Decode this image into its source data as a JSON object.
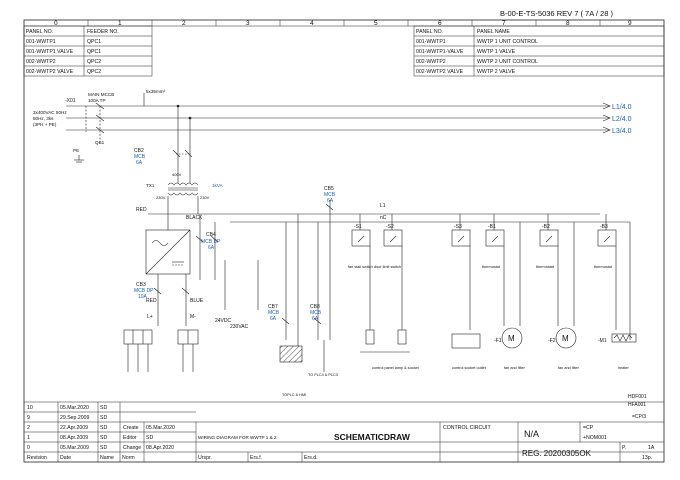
{
  "doc": {
    "number": "B-00-E-TS-5036 REV 7 ( 7A / 28 )",
    "column_numbers": [
      "0",
      "1",
      "2",
      "3",
      "4",
      "5",
      "6",
      "7",
      "8",
      "9"
    ]
  },
  "panel_tables": {
    "left_headers": [
      "PANEL NO.",
      "FEEDER NO."
    ],
    "left_rows": [
      [
        "001-WWTP1",
        "QPC1"
      ],
      [
        "001-WWTP1 VALVE",
        "QPC1"
      ],
      [
        "002-WWTP2",
        "QPC2"
      ],
      [
        "002-WWTP2 VALVE",
        "QPC2"
      ]
    ],
    "right_headers": [
      "PANEL NO.",
      "PANEL NAME"
    ],
    "right_rows": [
      [
        "001-WWTP1",
        "WWTP 1 UNIT CONTROL"
      ],
      [
        "001-WWTP1-VALVE",
        "WWTP 1 VALVE"
      ],
      [
        "002-WWTP2",
        "WWTP 2 UNIT CONTROL"
      ],
      [
        "002-WWTP2 VALVE",
        "WWTP 2 VALVE"
      ]
    ]
  },
  "schematic": {
    "supply": [
      "3x400VAC 50Hz",
      "50Hz, 3ks",
      "(3PH + PE)"
    ],
    "x01": "-X01",
    "main_mccb": [
      "MAIN  MCCB",
      "100A  TP"
    ],
    "cable": "5x35mm²",
    "qb1": "QB1",
    "pe": "PE",
    "phases": [
      "L1/4.0",
      "L2/4.0",
      "L3/4.0"
    ],
    "cb2": [
      "CB2",
      "MCB",
      "6A"
    ],
    "tx": [
      "TX1",
      "1kVA"
    ],
    "tx_volts": [
      "400V",
      "230V",
      "230V"
    ],
    "cb5": [
      "CB5",
      "MCB",
      "6A"
    ],
    "red_label": "RED",
    "black_label": "BLACK",
    "l1_label": "L1",
    "n_label": "nC",
    "cb4": [
      "CB4",
      "MCB  DP",
      "6A"
    ],
    "cb3": [
      "CB3",
      "MCB  DP",
      "10A"
    ],
    "red2": "RED",
    "blue": "BLUE",
    "lplus": "L+",
    "mminus": "M-",
    "v24": "24VDC",
    "v230": "230VAC",
    "cb7": [
      "CB7",
      "MCB",
      "6A"
    ],
    "cb8": [
      "CB8",
      "MCB",
      "6A"
    ],
    "relays": [
      "-S1",
      "-S2",
      "-S3",
      "-B1",
      "-B2",
      "-B3"
    ],
    "captions": [
      "fan stall switch",
      "door limit switch",
      "thermostat",
      "thermostat",
      "thermostat"
    ],
    "motors": [
      "-F1",
      "-F2",
      "-M1"
    ],
    "motor_captions": [
      "fan and filter",
      "fan and filter",
      "heater"
    ],
    "lower_captions": [
      "control panel lamp & socket",
      "control socket outlet",
      "TO PLC4 & PLC3",
      "TOPLC & HMI"
    ]
  },
  "sidecodes": [
    "HDF001",
    "HFA001",
    "=CP/3"
  ],
  "revisions": [
    [
      "10",
      "05.Mar.2020",
      "SD"
    ],
    [
      "9",
      "29.Sep.2009",
      "SD"
    ],
    [
      "2",
      "22.Apr.2009",
      "SD"
    ],
    [
      "1",
      "08.Apr.2009",
      "SD"
    ],
    [
      "0",
      "05.Mar.2009",
      "SD"
    ]
  ],
  "rev_footer": [
    "Revision",
    "Date",
    "Name",
    "Norm"
  ],
  "meta_labels": [
    "Create",
    "Editor",
    "Change"
  ],
  "meta_values": [
    "05.Mar.2020",
    "SD",
    "08.Apr.2020"
  ],
  "title": {
    "wiring": "WIRING DIAGRAM FOR WWTP 1 & 2",
    "product": "SCHEMATICDRAW",
    "orig": "Urspr.",
    "ersf": "Ers.f.",
    "erse": "Ers.d.",
    "circuit": "CONTROL CIRCUIT",
    "na": "N/A",
    "cp": "=CP",
    "nom": "+NOM001",
    "reg": "REG. 20200305OK",
    "page_label": "P.",
    "page": "1A",
    "total": "13p."
  }
}
